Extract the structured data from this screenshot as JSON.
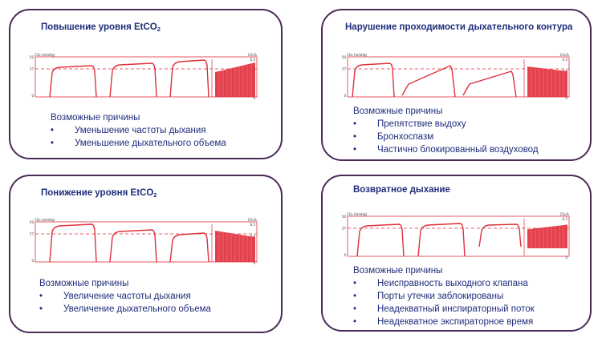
{
  "panels": [
    {
      "title": "Повышение уровня EtCO",
      "title_sub": "2",
      "causes_heading": "Возможные причины",
      "causes": [
        "Уменьшение частоты дыхания",
        "Уменьшение дыхательного объема"
      ],
      "graph": {
        "y_label": "CO₂ (mmHg)",
        "y_right_label": "CO₂%",
        "y_ticks": [
          "50",
          "37",
          "0"
        ],
        "y_right_ticks": [
          "6.5",
          "4.8",
          "0"
        ]
      }
    },
    {
      "title": "Нарушение проходимости дыхательного контура",
      "title_sub": "",
      "causes_heading": "Возможные причины",
      "causes": [
        "Препятствие выдоху",
        "Бронхоспазм",
        "Частично блокированный воздуховод"
      ],
      "graph": {
        "y_label": "CO₂ (mmHg)",
        "y_right_label": "CO₂%",
        "y_ticks": [
          "50",
          "37",
          "0"
        ],
        "y_right_ticks": [
          "6.5",
          "4.8",
          "0"
        ]
      }
    },
    {
      "title": "Понижение уровня EtCO",
      "title_sub": "2",
      "causes_heading": "Возможные причины",
      "causes": [
        "Увеличение частоты дыхания",
        "Увеличение дыхательного объема"
      ],
      "graph": {
        "y_label": "CO₂ (mmHg)",
        "y_right_label": "CO₂%",
        "y_ticks": [
          "50",
          "37",
          "0"
        ],
        "y_right_ticks": [
          "6.5",
          "4.8",
          "0"
        ]
      }
    },
    {
      "title": "Возвратное дыхание",
      "title_sub": "",
      "causes_heading": "Возможные причины",
      "causes": [
        "Неисправность выходного клапана",
        "Порты утечки заблокированы",
        "Неадекватный инспираторный поток",
        "Неадекватное экспираторное время"
      ],
      "graph": {
        "y_label": "CO₂ (mmHg)",
        "y_right_label": "CO₂%",
        "y_ticks": [
          "50",
          "37",
          "0"
        ],
        "y_right_ticks": [
          "6.5",
          "4.8",
          "0"
        ]
      }
    }
  ],
  "colors": {
    "frame": "#4a2b57",
    "text": "#1f2c7a",
    "wave": "#e0303c",
    "trend_fill": "#e2323f"
  }
}
